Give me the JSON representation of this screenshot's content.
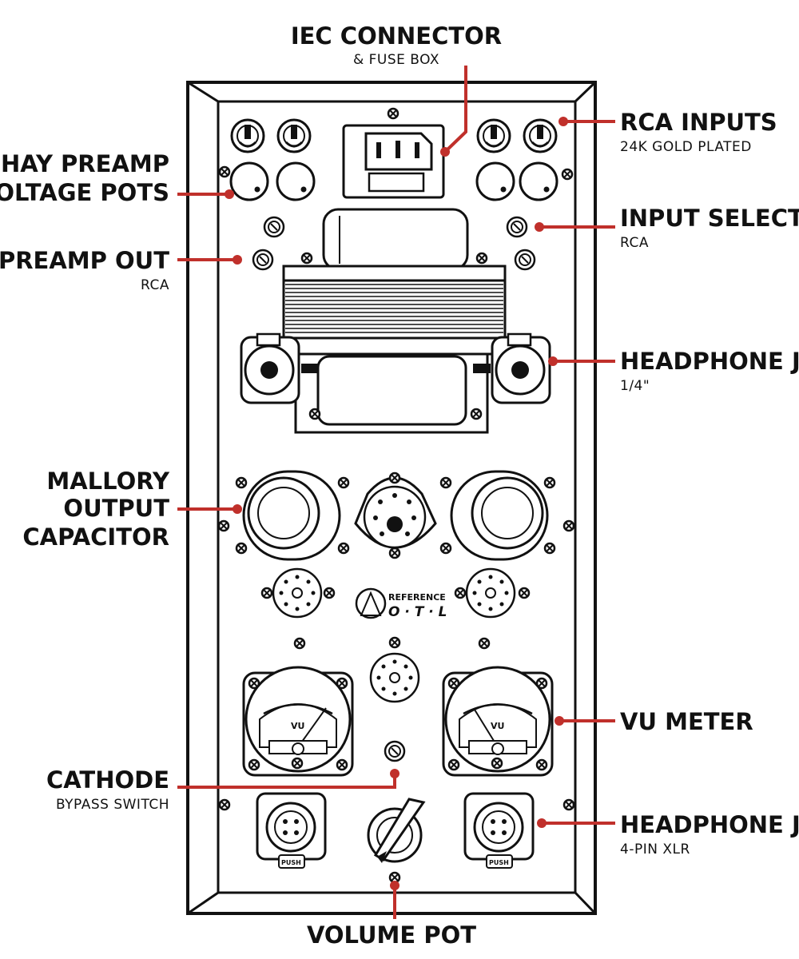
{
  "callouts": {
    "iec": {
      "title": "IEC CONNECTOR",
      "sub": "& FUSE BOX"
    },
    "rca_inputs": {
      "title": "RCA INPUTS",
      "sub": "24K GOLD PLATED"
    },
    "vishay": {
      "title1": "VISHAY PREAMP",
      "title2": "VOLTAGE POTS"
    },
    "input_selector": {
      "title": "INPUT SELECTOR",
      "sub": "RCA"
    },
    "preamp_out": {
      "title": "PREAMP OUT",
      "sub": "RCA"
    },
    "headphone_quarter": {
      "title": "HEADPHONE JACK",
      "sub": "1/4\""
    },
    "mallory": {
      "line1": "MALLORY",
      "line2": "OUTPUT",
      "line3": "CAPACITOR"
    },
    "vu": {
      "title": "VU METER"
    },
    "cathode": {
      "title": "CATHODE",
      "sub": "BYPASS SWITCH"
    },
    "headphone_xlr": {
      "title": "HEADPHONE JACK",
      "sub": "4-PIN XLR"
    },
    "volume": {
      "title": "VOLUME POT"
    }
  },
  "panel": {
    "logo_line1": "REFERENCE",
    "logo_line2": "O · T · L",
    "meter_label": "VU",
    "xlr_label": "PUSH"
  },
  "colors": {
    "leader": "#c0302b",
    "ink": "#111111",
    "background": "#ffffff"
  },
  "icons": [
    "rca-jack-icon",
    "potentiometer-icon",
    "iec-inlet-icon",
    "transformer-icon",
    "toggle-switch-icon",
    "headphone-jack-icon",
    "capacitor-icon",
    "tube-socket-icon",
    "vu-meter-icon",
    "xlr-jack-icon",
    "volume-knob-icon",
    "screw-icon",
    "brand-logo-icon"
  ]
}
